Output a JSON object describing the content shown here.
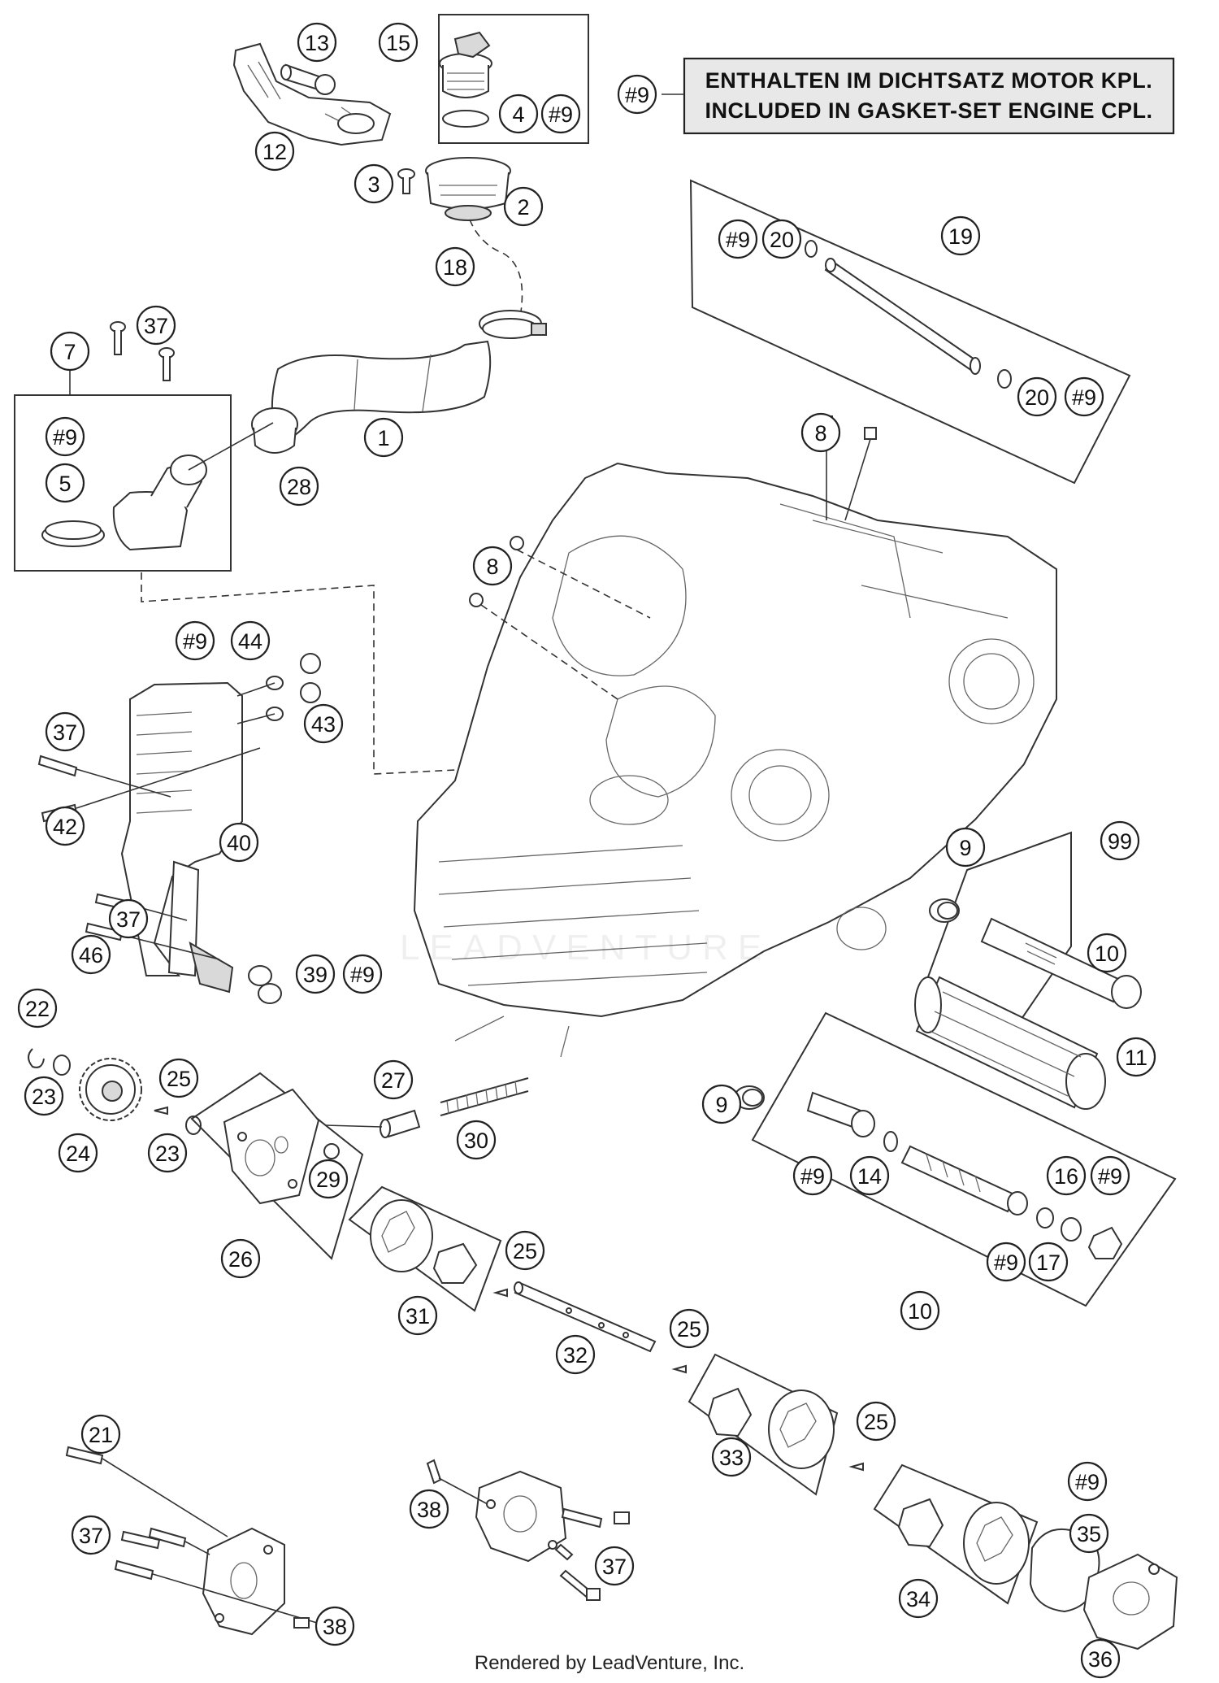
{
  "note": {
    "ref": "#9",
    "line1": "ENTHALTEN IM DICHTSATZ MOTOR KPL.",
    "line2": "INCLUDED IN GASKET-SET ENGINE CPL."
  },
  "watermark": "LEADVENTURE",
  "footer": "Rendered by LeadVenture, Inc.",
  "callouts": [
    "13",
    "15",
    "4",
    "#9",
    "12",
    "3",
    "2",
    "#9",
    "18",
    "37",
    "7",
    "#9",
    "5",
    "28",
    "1",
    "19",
    "#9",
    "20",
    "20",
    "#9",
    "8",
    "8",
    "#9",
    "44",
    "43",
    "37",
    "42",
    "40",
    "37",
    "46",
    "39",
    "#9",
    "9",
    "99",
    "10",
    "11",
    "22",
    "23",
    "25",
    "24",
    "23",
    "27",
    "30",
    "29",
    "26",
    "9",
    "#9",
    "14",
    "16",
    "#9",
    "25",
    "31",
    "#9",
    "17",
    "10",
    "32",
    "25",
    "25",
    "33",
    "21",
    "38",
    "37",
    "37",
    "#9",
    "35",
    "34",
    "38",
    "36"
  ]
}
